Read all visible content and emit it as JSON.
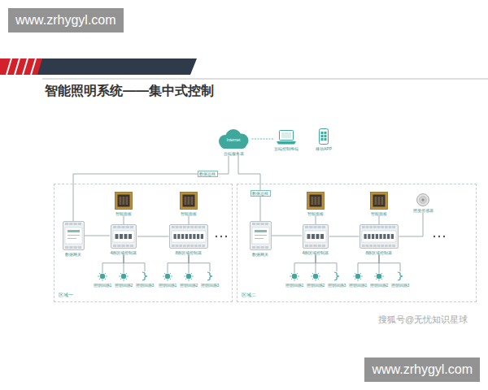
{
  "diagram": {
    "title": "智能照明系统——集中式控制",
    "nodes": [
      {
        "text": [
          "Internet",
          "云端服务器"
        ]
      },
      {
        "text": [
          "云端控制终端"
        ]
      },
      {
        "text": [
          "移动APP"
        ]
      },
      {
        "text": [
          "区域一"
        ]
      },
      {
        "text": [
          "数据网关"
        ],
        "in": 3
      },
      {
        "text": [
          "智能面板"
        ],
        "in": 3
      },
      {
        "text": [
          "智能面板"
        ],
        "in": 3
      },
      {
        "text": [
          "4路区域控制器"
        ],
        "in": 3
      },
      {
        "text": [
          "8路区域控制器"
        ],
        "in": 3
      },
      {
        "text": [
          "照明回路1"
        ],
        "in": 3
      },
      {
        "text": [
          "照明回路2"
        ],
        "in": 3
      },
      {
        "text": [
          "照明回路3"
        ],
        "in": 3
      },
      {
        "text": [
          "照明回路1"
        ],
        "in": 3
      },
      {
        "text": [
          "照明回路2"
        ],
        "in": 3
      },
      {
        "text": [
          "照明回路3"
        ],
        "in": 3
      },
      {
        "text": [
          "区域二"
        ]
      },
      {
        "text": [
          "数据网关"
        ],
        "in": 15
      },
      {
        "text": [
          "智能面板"
        ],
        "in": 15
      },
      {
        "text": [
          "智能面板"
        ],
        "in": 15
      },
      {
        "text": [
          "照度传感器"
        ],
        "in": 15
      },
      {
        "text": [
          "4路区域控制器"
        ],
        "in": 15
      },
      {
        "text": [
          "8路区域控制器"
        ],
        "in": 15
      },
      {
        "text": [
          "照明回路1"
        ],
        "in": 15
      },
      {
        "text": [
          "照明回路2"
        ],
        "in": 15
      },
      {
        "text": [
          "照明回路3"
        ],
        "in": 15
      },
      {
        "text": [
          "照明回路1"
        ],
        "in": 15
      },
      {
        "text": [
          "照明回路2"
        ],
        "in": 15
      },
      {
        "text": [
          "照明回路3"
        ],
        "in": 15
      }
    ],
    "edges": [
      {
        "from": 0,
        "to": 1,
        "arrow": "none"
      },
      {
        "from": 0,
        "to": 4,
        "label": "数据总线",
        "arrow": "none"
      },
      {
        "from": 0,
        "to": 16,
        "label": "数据总线",
        "arrow": "none"
      },
      {
        "from": 4,
        "to": 7,
        "arrow": "none"
      },
      {
        "from": 7,
        "to": 8,
        "arrow": "none"
      },
      {
        "from": 5,
        "to": 7,
        "arrow": "none"
      },
      {
        "from": 6,
        "to": 8,
        "arrow": "none"
      },
      {
        "from": 7,
        "to": 9,
        "arrow": "none"
      },
      {
        "from": 7,
        "to": 10,
        "arrow": "none"
      },
      {
        "from": 7,
        "to": 11,
        "arrow": "none"
      },
      {
        "from": 8,
        "to": 12,
        "arrow": "none"
      },
      {
        "from": 8,
        "to": 13,
        "arrow": "none"
      },
      {
        "from": 8,
        "to": 14,
        "arrow": "none"
      },
      {
        "from": 16,
        "to": 20,
        "arrow": "none"
      },
      {
        "from": 20,
        "to": 21,
        "arrow": "none"
      },
      {
        "from": 17,
        "to": 20,
        "arrow": "none"
      },
      {
        "from": 18,
        "to": 21,
        "arrow": "none"
      },
      {
        "from": 19,
        "to": 21,
        "arrow": "none"
      },
      {
        "from": 20,
        "to": 22,
        "arrow": "none"
      },
      {
        "from": 20,
        "to": 23,
        "arrow": "none"
      },
      {
        "from": 20,
        "to": 24,
        "arrow": "none"
      },
      {
        "from": 21,
        "to": 25,
        "arrow": "none"
      },
      {
        "from": 21,
        "to": 26,
        "arrow": "none"
      },
      {
        "from": 21,
        "to": 27,
        "arrow": "none"
      }
    ],
    "labels": [
      "www.zrhygyl.com",
      "www.zrhygyl.com",
      "搜狐号@无忧知识星球"
    ]
  }
}
